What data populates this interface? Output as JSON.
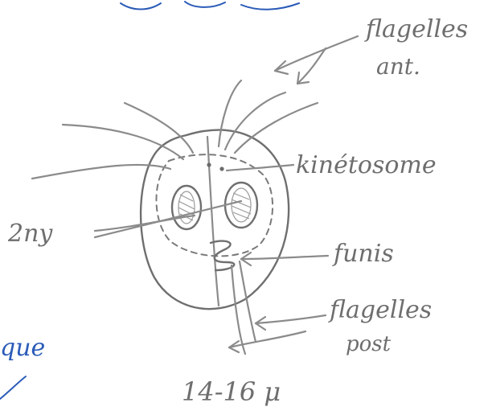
{
  "labels": {
    "flagelles_ant_line1": "flagelles",
    "flagelles_ant_line2": "ant.",
    "kinetosome": "kinétosome",
    "noyaux": "2ny",
    "funis": "funis",
    "flagelles_post_line1": "flagelles",
    "flagelles_post_line2": "post",
    "size": "14-16 μ",
    "ink_fragment": "que"
  },
  "colors": {
    "pencil": "#8b8b8b",
    "ink": "#2b5bb8"
  }
}
